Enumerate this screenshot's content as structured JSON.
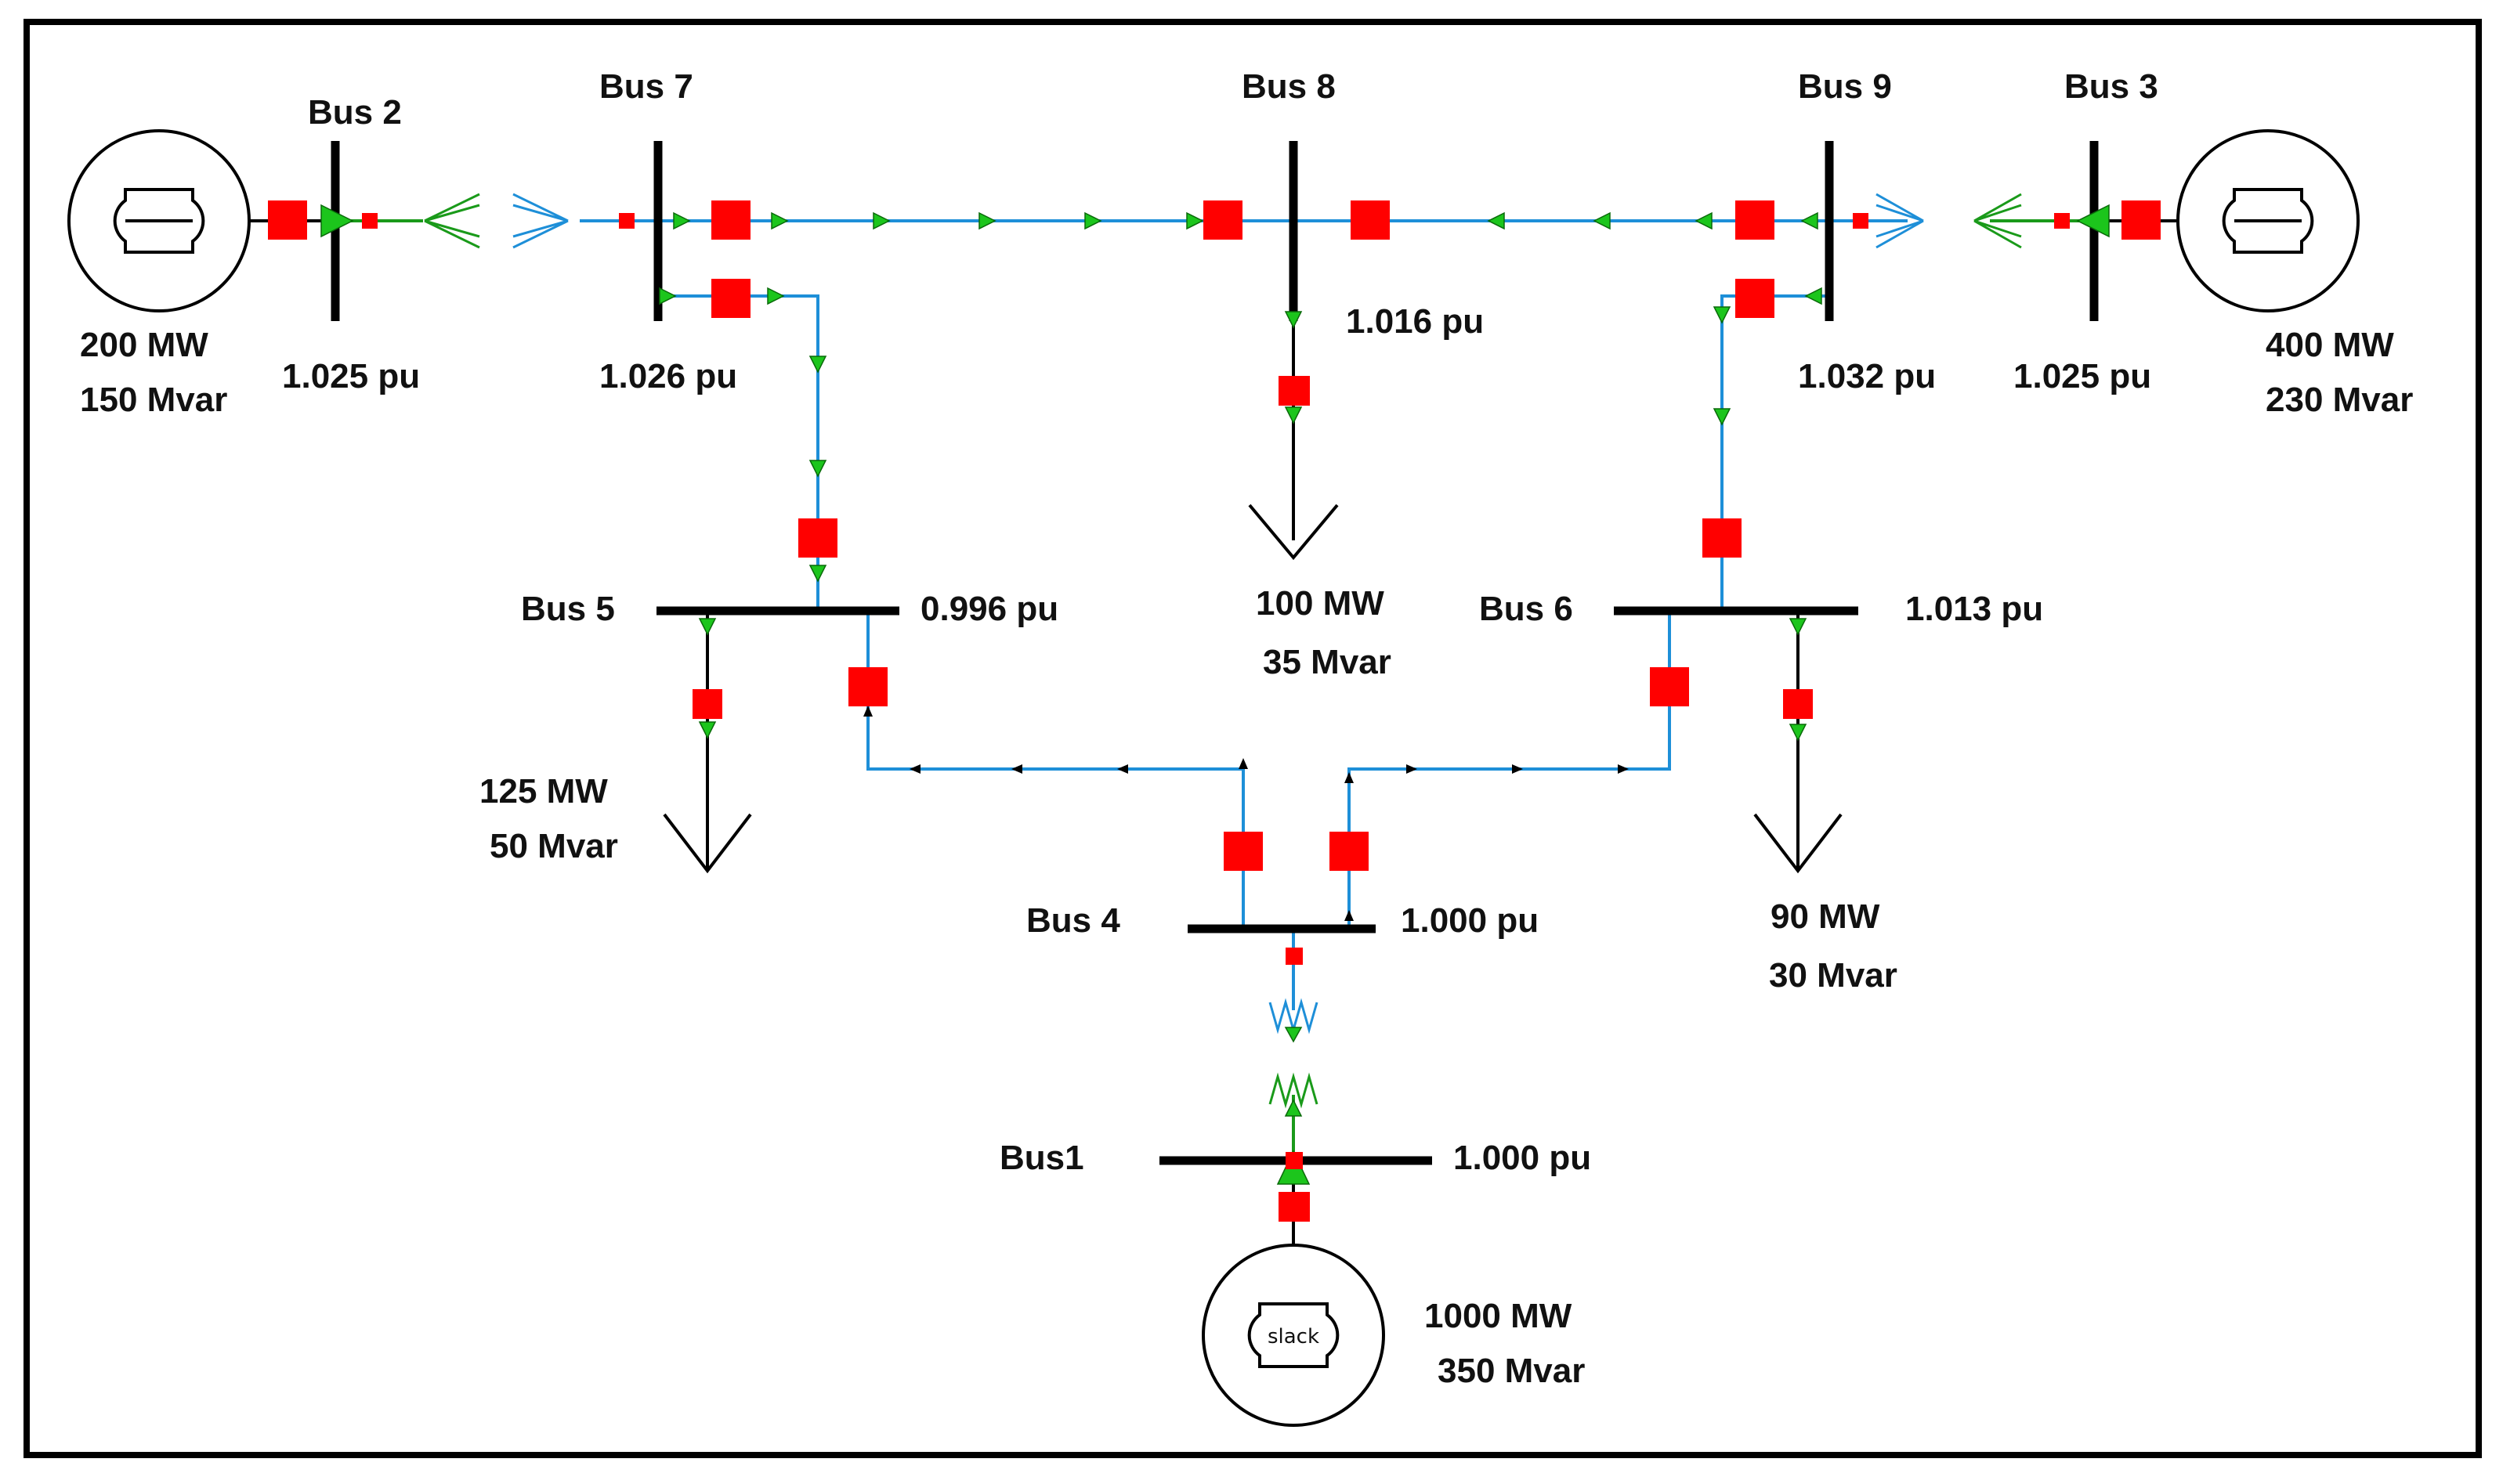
{
  "colors": {
    "bus": "#000000",
    "line": "#1e8fd8",
    "breaker": "#ff0000",
    "flow_arrow": "#1cc51c",
    "transformer_blue": "#1e8fd8",
    "transformer_green": "#1a9a1a",
    "frame": "#000000"
  },
  "buses": [
    {
      "id": "bus1",
      "name": "Bus1",
      "voltage": "1.000 pu"
    },
    {
      "id": "bus2",
      "name": "Bus 2",
      "voltage": "1.025 pu"
    },
    {
      "id": "bus3",
      "name": "Bus 3",
      "voltage": "1.025 pu"
    },
    {
      "id": "bus4",
      "name": "Bus 4",
      "voltage": "1.000 pu"
    },
    {
      "id": "bus5",
      "name": "Bus 5",
      "voltage": "0.996 pu"
    },
    {
      "id": "bus6",
      "name": "Bus 6",
      "voltage": "1.013 pu"
    },
    {
      "id": "bus7",
      "name": "Bus 7",
      "voltage": "1.026 pu"
    },
    {
      "id": "bus8",
      "name": "Bus 8",
      "voltage": "1.016 pu"
    },
    {
      "id": "bus9",
      "name": "Bus 9",
      "voltage": "1.032 pu"
    }
  ],
  "generators": [
    {
      "id": "gen-bus2",
      "bus": "Bus 2",
      "mw": "200 MW",
      "mvar": "150 Mvar"
    },
    {
      "id": "gen-bus3",
      "bus": "Bus 3",
      "mw": "400 MW",
      "mvar": "230 Mvar"
    },
    {
      "id": "gen-bus1",
      "bus": "Bus1",
      "mw": "1000 MW",
      "mvar": "350 Mvar",
      "tag": "slack"
    }
  ],
  "loads": [
    {
      "id": "load-bus8",
      "bus": "Bus 8",
      "mw": "100 MW",
      "mvar": "35 Mvar"
    },
    {
      "id": "load-bus5",
      "bus": "Bus 5",
      "mw": "125 MW",
      "mvar": "50 Mvar"
    },
    {
      "id": "load-bus6",
      "bus": "Bus 6",
      "mw": "90 MW",
      "mvar": "30 Mvar"
    }
  ],
  "icons": {
    "generator": "generator-icon",
    "load": "load-arrow-icon",
    "transformer": "transformer-coil-icon",
    "breaker": "breaker-icon"
  }
}
